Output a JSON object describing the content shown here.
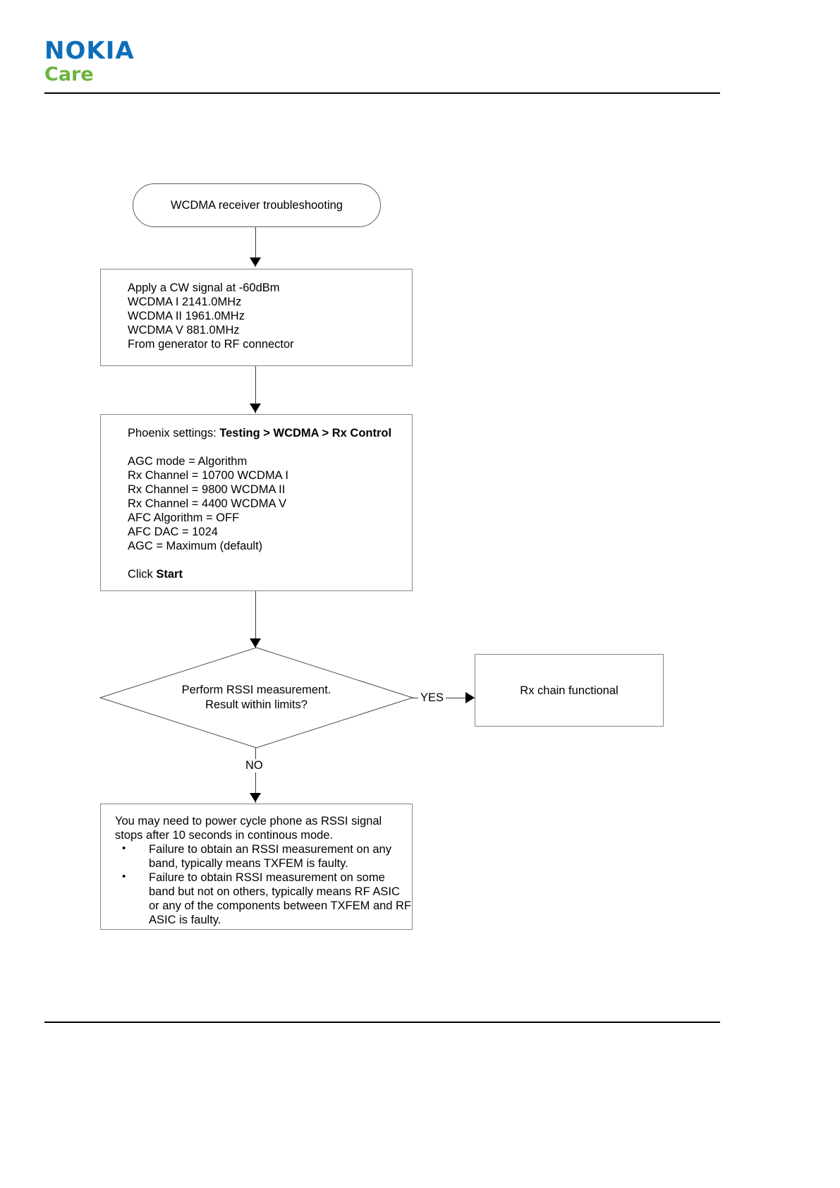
{
  "header": {
    "brand_primary": "NOKIA",
    "brand_secondary": "Care",
    "brand_primary_color": "#0e6eb8",
    "brand_secondary_color": "#6cb33f"
  },
  "flowchart": {
    "start": {
      "label": "WCDMA receiver troubleshooting"
    },
    "signal_setup": {
      "lines": [
        "Apply a CW signal at -60dBm",
        "WCDMA I 2141.0MHz",
        "WCDMA II 1961.0MHz",
        "WCDMA V 881.0MHz",
        "From generator to RF connector"
      ]
    },
    "phoenix_settings": {
      "heading_prefix": "Phoenix settings: ",
      "heading_path": "Testing > WCDMA > Rx Control",
      "settings": [
        "AGC mode = Algorithm",
        "Rx Channel = 10700 WCDMA I",
        "Rx Channel = 9800 WCDMA II",
        "Rx Channel = 4400 WCDMA V",
        "AFC Algorithm = OFF",
        "AFC DAC = 1024",
        "AGC = Maximum (default)"
      ],
      "action_prefix": "Click ",
      "action_button": "Start"
    },
    "decision": {
      "line1": "Perform RSSI measurement.",
      "line2": "Result within limits?",
      "yes_label": "YES",
      "no_label": "NO"
    },
    "pass_outcome": {
      "label": "Rx chain functional"
    },
    "fail_outcome": {
      "intro_line1": "You may need to power cycle phone as RSSI signal",
      "intro_line2": "stops after 10 seconds in continous mode.",
      "bullets": [
        "Failure to obtain an RSSI measurement on any band, typically means TXFEM is faulty.",
        "Failure to obtain RSSI measurement on some band but not on others, typically means RF ASIC or any of the components between TXFEM and RF ASIC is faulty."
      ]
    }
  }
}
